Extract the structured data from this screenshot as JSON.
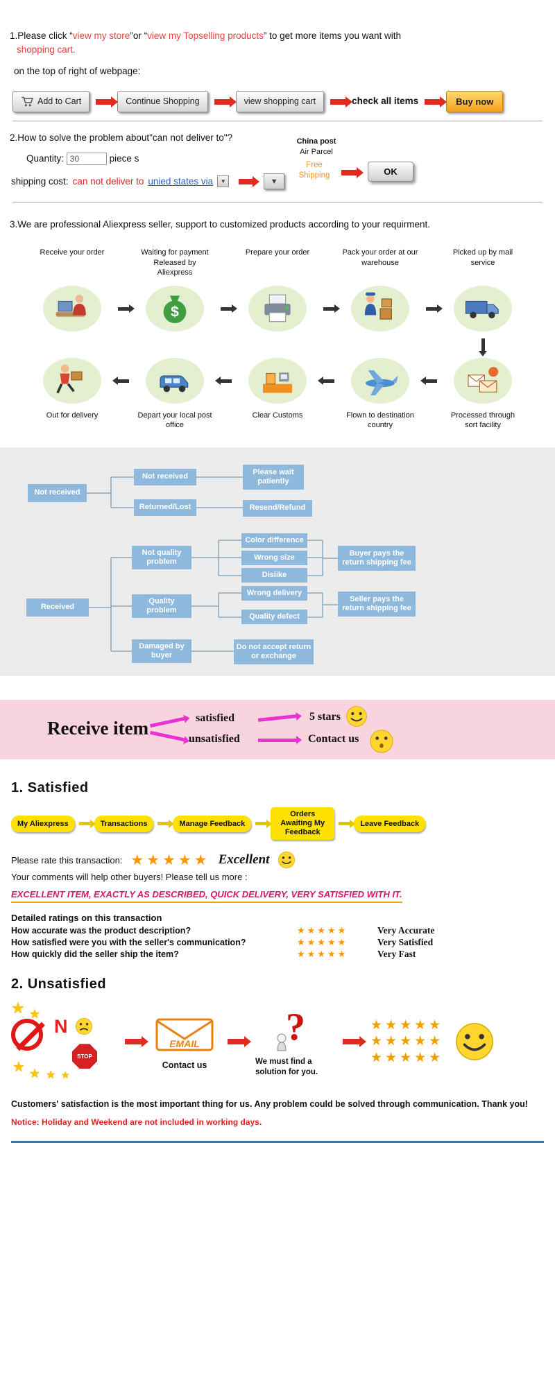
{
  "colors": {
    "accent_red": "#e02b20",
    "link_red": "#ef3d3d",
    "link_blue": "#2a63c0",
    "button_yellow": "#ffe100",
    "buy_now_orange": "#f6a21d",
    "flow_box_blue": "#8fb9dc",
    "banner_pink": "#f8d4de",
    "free_shipping_orange": "#f7941d",
    "star_orange": "#ff9500",
    "magenta_arrow": "#e832d2",
    "review_magenta": "#d6156c",
    "notice_red": "#e02222",
    "divider_blue": "#3b6fd4"
  },
  "icons": {
    "star": "★",
    "star5": "★★★★★",
    "caret_down": "▼"
  },
  "s1": {
    "l1a": "1.Please click “",
    "l1b": "view my store",
    "l1c": "”or “",
    "l1d": "view my Topselling products",
    "l1e": "” to get more items you want with",
    "l1f": "shopping cart.",
    "l2": "on the top of right of webpage:",
    "add_to_cart": "Add to Cart",
    "continue_shopping": "Continue Shopping",
    "view_cart": "view shopping cart",
    "check_all": "check all items",
    "buy_now": "Buy now"
  },
  "s2": {
    "heading": "2.How to solve the problem about\"can not deliver to\"?",
    "quantity_label": "Quantity:",
    "quantity_value": "30",
    "quantity_unit": "piece s",
    "cost_label": "shipping cost:",
    "cost_red": "can not deliver to",
    "country_link": "unied states via",
    "china_post": "China post",
    "air_parcel": "Air Parcel",
    "free_shipping": "Free Shipping",
    "ok": "OK"
  },
  "s3": {
    "heading": "3.We are professional Aliexpress seller, support to customized products according to your requirment.",
    "steps_top": [
      "Receive your order",
      "Waiting for payment Released by Aliexpress",
      "Prepare your order",
      "Pack your order at our warehouse",
      "Picked up by mail service"
    ],
    "steps_bottom": [
      "Out for delivery",
      "Depart your local post office",
      "Clear Customs",
      "Flown to destination country",
      "Processed through sort facility"
    ]
  },
  "flowchart": {
    "root1": "Not received",
    "nr1": "Not received",
    "wait": "Please wait patiently",
    "nr2": "Returned/Lost",
    "refund": "Resend/Refund",
    "root2": "Received",
    "nq": "Not quality problem",
    "qp": "Quality problem",
    "db": "Damaged by buyer",
    "cd": "Color difference",
    "ws": "Wrong size",
    "dl": "Dislike",
    "wd": "Wrong delivery",
    "qd": "Quality defect",
    "buyer": "Buyer pays the return shipping fee",
    "seller": "Seller pays the return shipping fee",
    "noret": "Do not accept return or exchange"
  },
  "banner": {
    "title": "Receive item",
    "satisfied": "satisfied",
    "unsatisfied": "unsatisfied",
    "five_stars": "5 stars",
    "contact": "Contact us"
  },
  "satisfied": {
    "heading": "1. Satisfied",
    "nav": [
      "My Aliexpress",
      "Transactions",
      "Manage Feedback",
      "Orders Awaiting My Feedback",
      "Leave Feedback"
    ],
    "rate_label": "Please rate this transaction:",
    "excellent": "Excellent",
    "comments": "Your comments will help other buyers! Please tell us more :",
    "review": "EXCELLENT ITEM, EXACTLY AS DESCRIBED, QUICK DELIVERY, VERY SATISFIED WITH IT.",
    "detailed": "Detailed ratings on this transaction",
    "ratings": [
      {
        "question": "How accurate was the product description?",
        "label": "Very Accurate"
      },
      {
        "question": "How satisfied were you with the seller's communication?",
        "label": "Very Satisfied"
      },
      {
        "question": "How quickly did the seller ship the item?",
        "label": "Very Fast"
      }
    ]
  },
  "unsatisfied": {
    "heading": "2. Unsatisfied",
    "n": "N",
    "stop": "STOP",
    "email": "EMAIL",
    "contact": "Contact us",
    "solution": "We must find a solution for you."
  },
  "footer": {
    "line1": "Customers' satisfaction is the most important thing for us. Any problem could be solved through communication. Thank you!",
    "notice": "Notice: Holiday and Weekend are not included in working days."
  }
}
